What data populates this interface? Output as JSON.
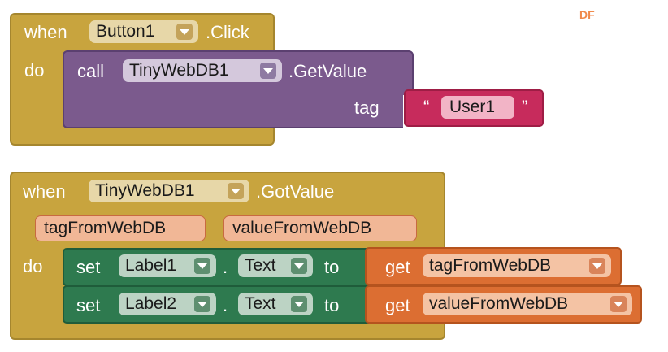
{
  "watermark": "DF",
  "event1": {
    "when": "when",
    "component": "Button1",
    "event": ".Click",
    "do": "do",
    "call_block": {
      "call": "call",
      "component": "TinyWebDB1",
      "method": ".GetValue",
      "param_label": "tag",
      "text_value": "User1",
      "open_quote": "“",
      "close_quote": "”"
    }
  },
  "event2": {
    "when": "when",
    "component": "TinyWebDB1",
    "event": ".GotValue",
    "params": [
      "tagFromWebDB",
      "valueFromWebDB"
    ],
    "do": "do",
    "set_blocks": [
      {
        "set": "set",
        "component": "Label1",
        "dot": ".",
        "property": "Text",
        "to": "to",
        "get": "get",
        "variable": "tagFromWebDB"
      },
      {
        "set": "set",
        "component": "Label2",
        "dot": ".",
        "property": "Text",
        "to": "to",
        "get": "get",
        "variable": "valueFromWebDB"
      }
    ]
  },
  "colors": {
    "event": "#c8a43e",
    "call": "#7b5a8d",
    "text": "#c72b5c",
    "set": "#2e7a4f",
    "get": "#dc6e32"
  }
}
